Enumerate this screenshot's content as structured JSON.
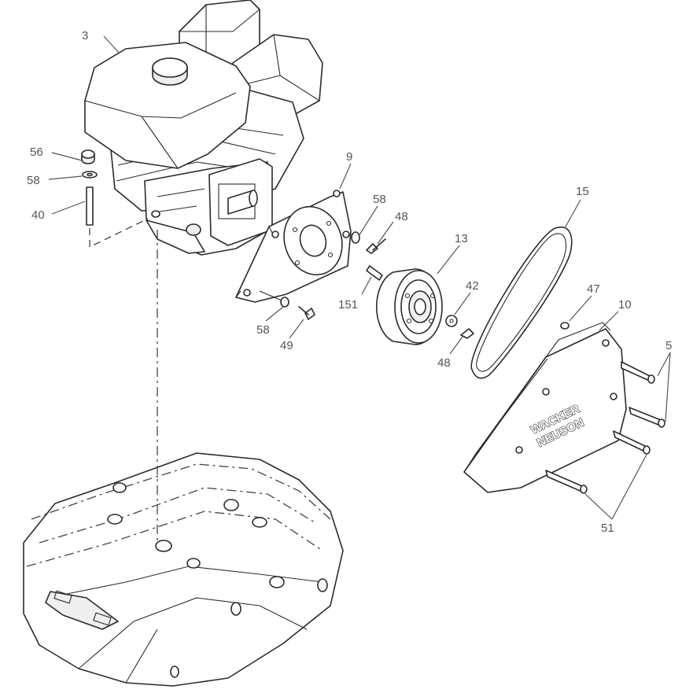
{
  "diagram": {
    "callouts": {
      "c3": "3",
      "c9": "9",
      "c10": "10",
      "c13": "13",
      "c15": "15",
      "c40": "40",
      "c42": "42",
      "c47": "47",
      "c48a": "48",
      "c48b": "48",
      "c49": "49",
      "c5": "5",
      "c51": "51",
      "c56": "56",
      "c58a": "58",
      "c58b": "58",
      "c58c": "58",
      "c151": "151"
    },
    "brand": {
      "line1": "WACKER",
      "line2": "NEUSON"
    }
  }
}
